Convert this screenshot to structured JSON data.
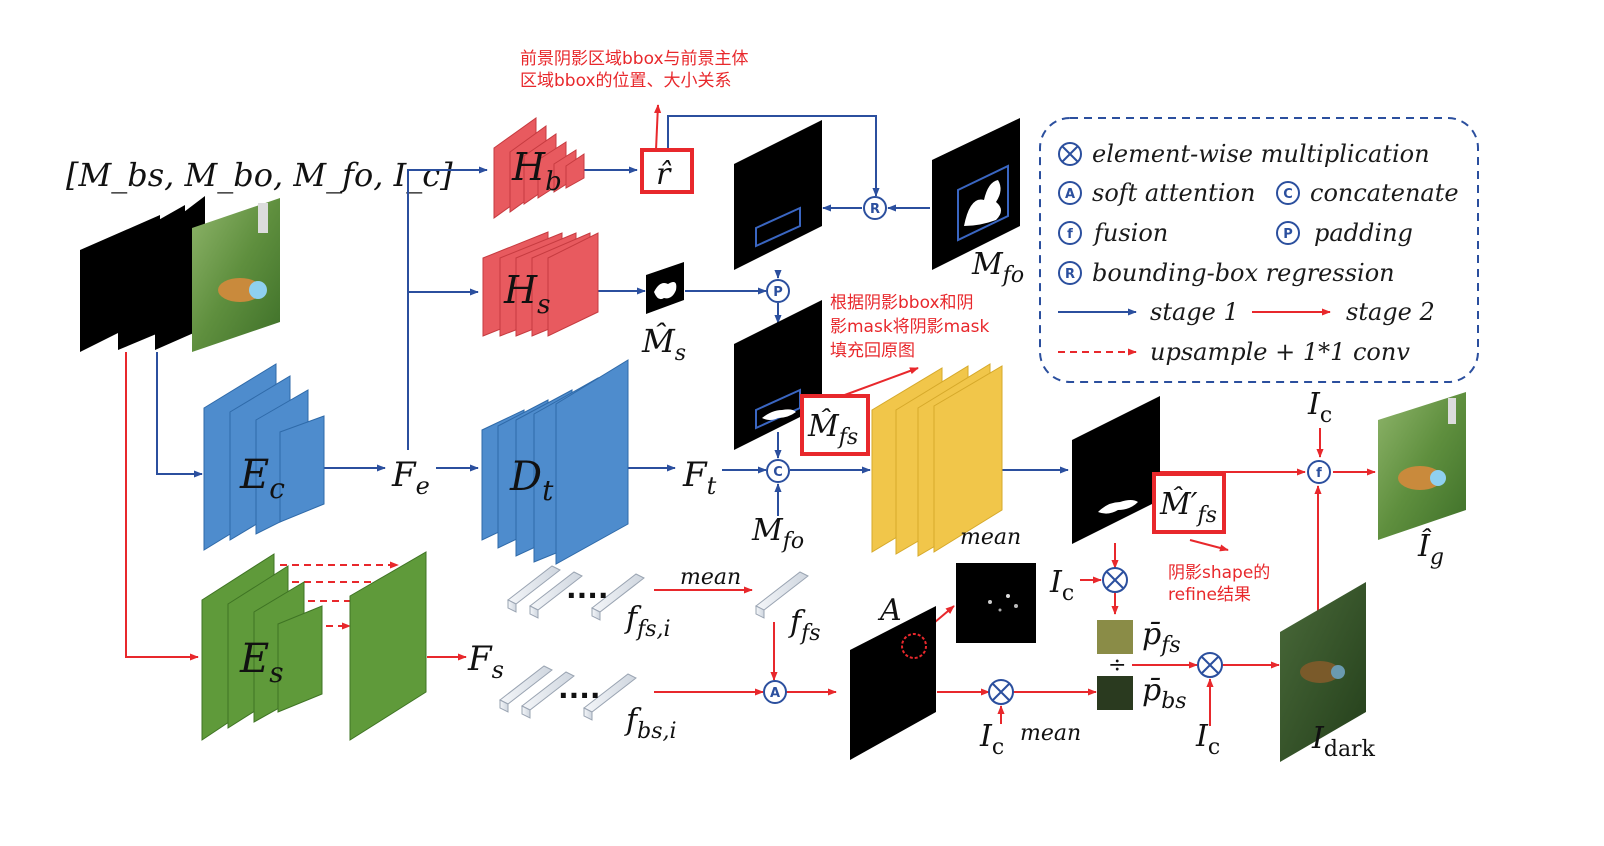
{
  "inputs_label": "[M_bs, M_bo, M_fo, I_c]",
  "blocks": {
    "hb": "H",
    "hb_sub": "b",
    "hs": "H",
    "hs_sub": "s",
    "ec": "E",
    "ec_sub": "c",
    "dt": "D",
    "dt_sub": "t",
    "es": "E",
    "es_sub": "s"
  },
  "features": {
    "fe": "F",
    "fe_sub": "e",
    "ft": "F",
    "ft_sub": "t",
    "fs": "F",
    "fs_sub": "s",
    "r_hat": "r̂",
    "ms_hat": "M̂",
    "ms_hat_sub": "s",
    "mfs_hat": "M̂",
    "mfs_hat_sub": "fs",
    "mfs_prime": "M̂′",
    "mfs_prime_sub": "fs",
    "mfo": "M",
    "mfo_sub": "fo",
    "mfo2": "M",
    "mfo2_sub": "fo",
    "ffsi": "f",
    "ffsi_sub": "fs,i",
    "fbsi": "f",
    "fbsi_sub": "bs,i",
    "ffs": "f",
    "ffs_sub": "fs",
    "A": "A",
    "pfs": "p̄",
    "pfs_sub": "fs",
    "pbs": "p̄",
    "pbs_sub": "bs",
    "ic": "I",
    "ic_sub": "c",
    "idark": "I",
    "idark_sub": "dark",
    "ig": "Î",
    "ig_sub": "g",
    "div": "÷",
    "dots": "....",
    "mean": "mean"
  },
  "notes": {
    "note1_line1": "前景阴影区域bbox与前景主体",
    "note1_line2": "区域bbox的位置、大小关系",
    "note2_line1": "根据阴影bbox和阴",
    "note2_line2": "影mask将阴影mask",
    "note2_line3": "填充回原图",
    "note3_line1": "阴影shape的",
    "note3_line2": "refine结果"
  },
  "legend": {
    "mult": "element-wise multiplication",
    "att": "soft attention",
    "concat": "concatenate",
    "fusion": "fusion",
    "padding": "padding",
    "bbox": "bounding-box regression",
    "stage1": "stage 1",
    "stage2": "stage 2",
    "upsample": "upsample + 1*1 conv",
    "glyph_A": "A",
    "glyph_C": "C",
    "glyph_f": "f",
    "glyph_P": "P",
    "glyph_R": "R"
  },
  "colors": {
    "stage1_blue": "#2b4f9e",
    "stage2_red": "#e8282c",
    "hb_red": "#e85a5f",
    "ec_blue": "#4e8ccd",
    "es_green": "#5f9a3a",
    "dec_yellow": "#f1c64a",
    "legend_border": "#2b4f9e"
  }
}
